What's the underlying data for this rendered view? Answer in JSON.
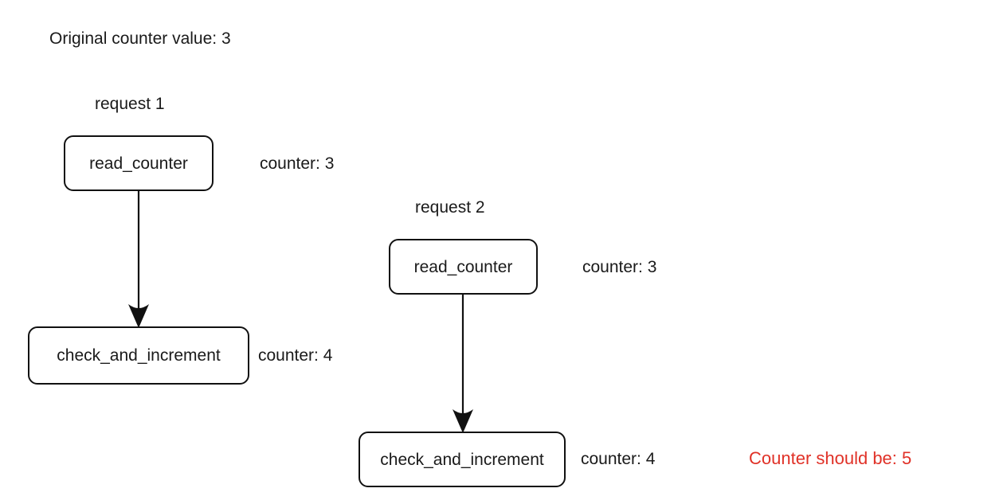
{
  "diagram": {
    "title": "Original counter value: 3",
    "background_color": "#ffffff",
    "text_color": "#1a1a1a",
    "alert_color": "#e03127",
    "node_stroke_color": "#111111",
    "requests": [
      {
        "label": "request 1",
        "steps": [
          {
            "node": "read_counter",
            "annotation": "counter: 3"
          },
          {
            "node": "check_and_increment",
            "annotation": "counter: 4"
          }
        ]
      },
      {
        "label": "request 2",
        "steps": [
          {
            "node": "read_counter",
            "annotation": "counter: 3"
          },
          {
            "node": "check_and_increment",
            "annotation": "counter: 4"
          }
        ]
      }
    ],
    "alert": "Counter should be: 5"
  }
}
